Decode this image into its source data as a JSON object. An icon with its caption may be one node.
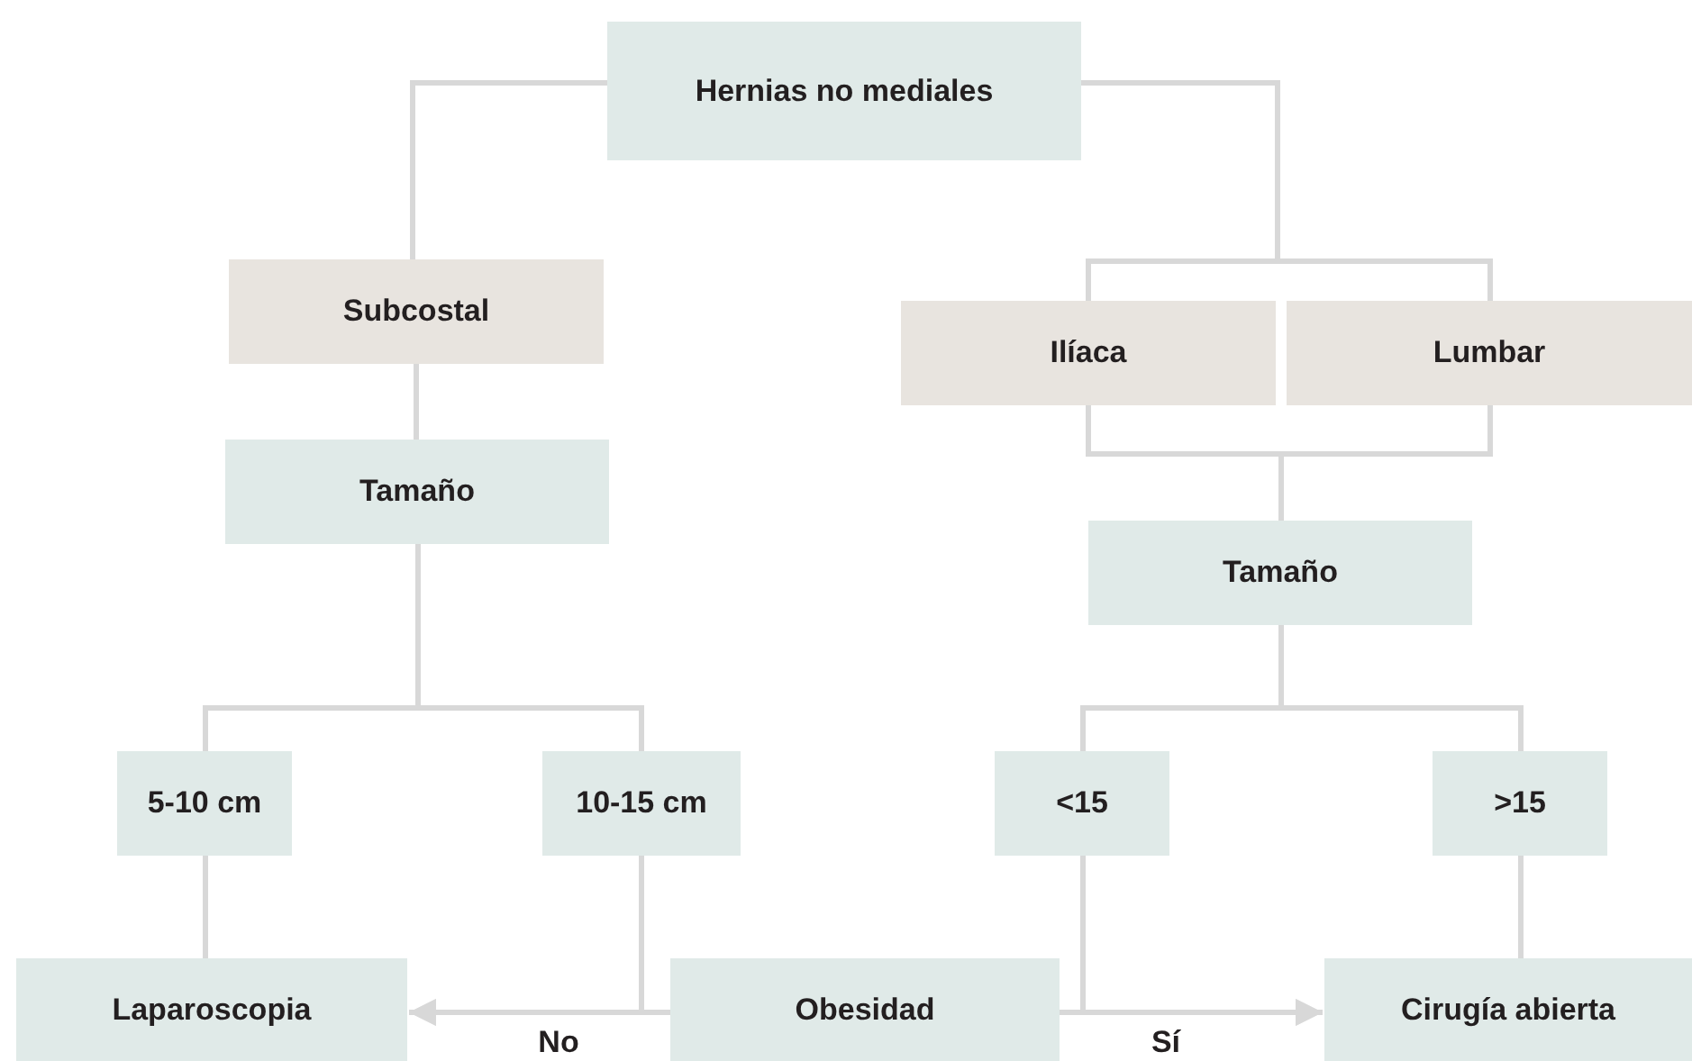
{
  "diagram": {
    "nodes": [
      {
        "text": [
          "Hernias no mediales"
        ]
      },
      {
        "text": [
          "Subcostal"
        ]
      },
      {
        "text": [
          "Tamaño"
        ]
      },
      {
        "text": [
          "Ilíaca"
        ]
      },
      {
        "text": [
          "Lumbar"
        ]
      },
      {
        "text": [
          "Tamaño"
        ]
      },
      {
        "text": [
          "5-10 cm"
        ]
      },
      {
        "text": [
          "10-15 cm"
        ]
      },
      {
        "text": [
          "<15"
        ]
      },
      {
        "text": [
          ">15"
        ]
      },
      {
        "text": [
          "Laparoscopia"
        ]
      },
      {
        "text": [
          "Obesidad"
        ]
      },
      {
        "text": [
          "Cirugía abierta"
        ]
      }
    ],
    "edges": [
      {
        "from": 0,
        "to": 1,
        "arrow": "none"
      },
      {
        "from": 0,
        "to": 3,
        "arrow": "none"
      },
      {
        "from": 0,
        "to": 4,
        "arrow": "none"
      },
      {
        "from": 1,
        "to": 2,
        "arrow": "none"
      },
      {
        "from": 3,
        "to": 5,
        "arrow": "none"
      },
      {
        "from": 4,
        "to": 5,
        "arrow": "none"
      },
      {
        "from": 2,
        "to": 6,
        "arrow": "none"
      },
      {
        "from": 2,
        "to": 7,
        "arrow": "none"
      },
      {
        "from": 5,
        "to": 8,
        "arrow": "none"
      },
      {
        "from": 5,
        "to": 9,
        "arrow": "none"
      },
      {
        "from": 6,
        "to": 10,
        "arrow": "none"
      },
      {
        "from": 9,
        "to": 12,
        "arrow": "none"
      },
      {
        "from": 7,
        "to": 10,
        "arrow": "to"
      },
      {
        "from": 11,
        "to": 10,
        "arrow": "to",
        "label": "No"
      },
      {
        "from": 8,
        "to": 12,
        "arrow": "to"
      },
      {
        "from": 11,
        "to": 12,
        "arrow": "to",
        "label": "Sí"
      }
    ]
  }
}
